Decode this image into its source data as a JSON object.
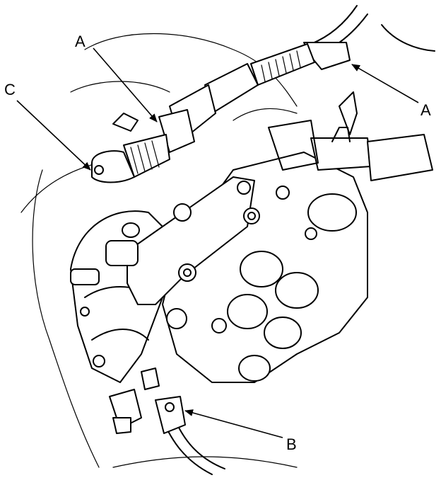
{
  "diagram": {
    "callouts": [
      {
        "id": "A-upper-left",
        "text": "A"
      },
      {
        "id": "A-right",
        "text": "A"
      },
      {
        "id": "B",
        "text": "B"
      },
      {
        "id": "C",
        "text": "C"
      }
    ]
  }
}
